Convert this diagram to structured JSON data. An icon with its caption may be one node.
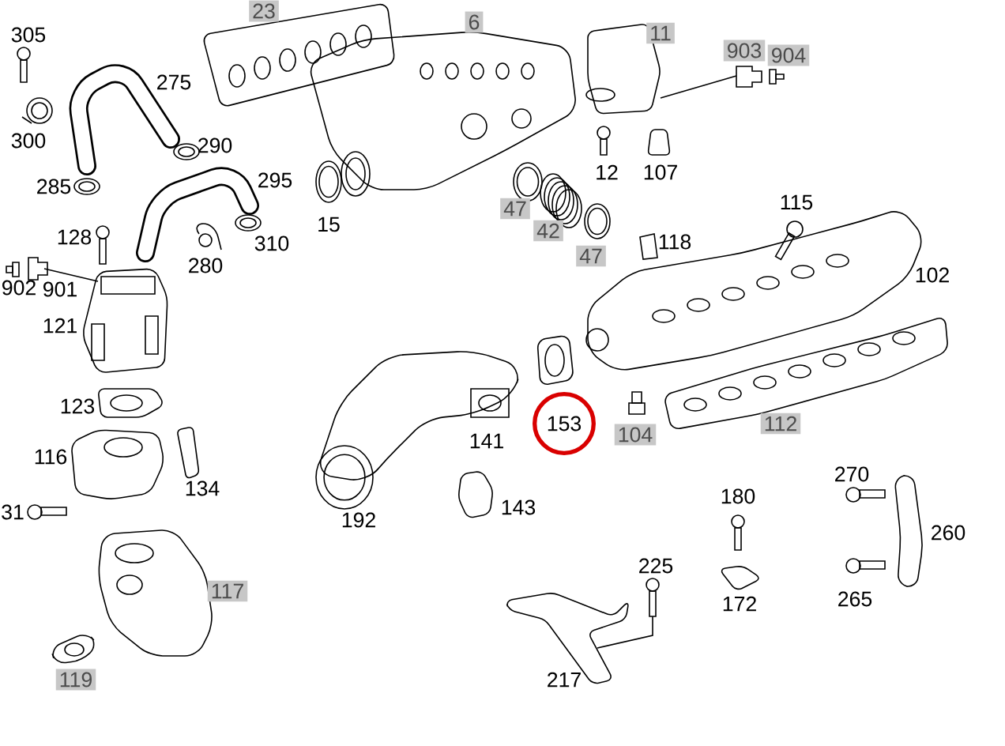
{
  "diagram": {
    "nodes": [
      {
        "text": [
          "23"
        ]
      },
      {
        "text": [
          "6"
        ]
      },
      {
        "text": [
          "11"
        ]
      },
      {
        "text": [
          "903"
        ]
      },
      {
        "text": [
          "904"
        ]
      },
      {
        "text": [
          "47"
        ]
      },
      {
        "text": [
          "42"
        ]
      },
      {
        "text": [
          "47"
        ]
      },
      {
        "text": [
          "153"
        ]
      },
      {
        "text": [
          "112"
        ]
      },
      {
        "text": [
          "104"
        ]
      },
      {
        "text": [
          "117"
        ]
      },
      {
        "text": [
          "119"
        ]
      }
    ],
    "labels": [
      "305",
      "275",
      "300",
      "290",
      "285",
      "295",
      "15",
      "128",
      "310",
      "280",
      "902",
      "901",
      "121",
      "12",
      "107",
      "115",
      "118",
      "102",
      "123",
      "116",
      "134",
      "31",
      "141",
      "192",
      "143",
      "270",
      "180",
      "260",
      "225",
      "172",
      "265",
      "217"
    ]
  }
}
